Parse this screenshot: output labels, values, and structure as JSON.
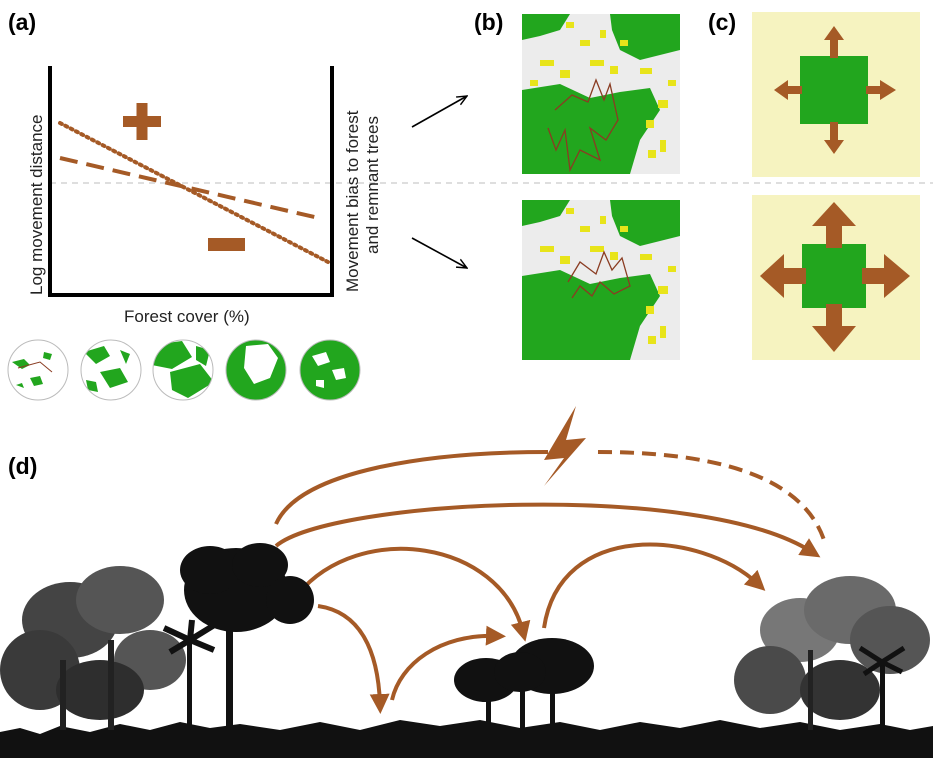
{
  "panels": {
    "a": {
      "label": "(a)",
      "xlabel": "Forest cover (%)",
      "ylabel_left": "Log movement distance",
      "ylabel_right_line1": "Movement bias to forest",
      "ylabel_right_line2": "and remnant trees",
      "plus_sign": "+",
      "minus_sign": "–"
    },
    "b": {
      "label": "(b)"
    },
    "c": {
      "label": "(c)"
    },
    "d": {
      "label": "(d)"
    }
  },
  "colors": {
    "arrow_brown": "#a55a26",
    "forest_green": "#22a61e",
    "yellow_trees": "#e8e41a",
    "open_grey": "#ececec",
    "pale_yellow_bg": "#f6f3c0",
    "trail_red": "#8a3c22",
    "silhouette": "#111111"
  },
  "icons": {
    "plus": "plus-icon",
    "minus": "minus-icon",
    "lightning": "lightning-bolt-icon"
  }
}
